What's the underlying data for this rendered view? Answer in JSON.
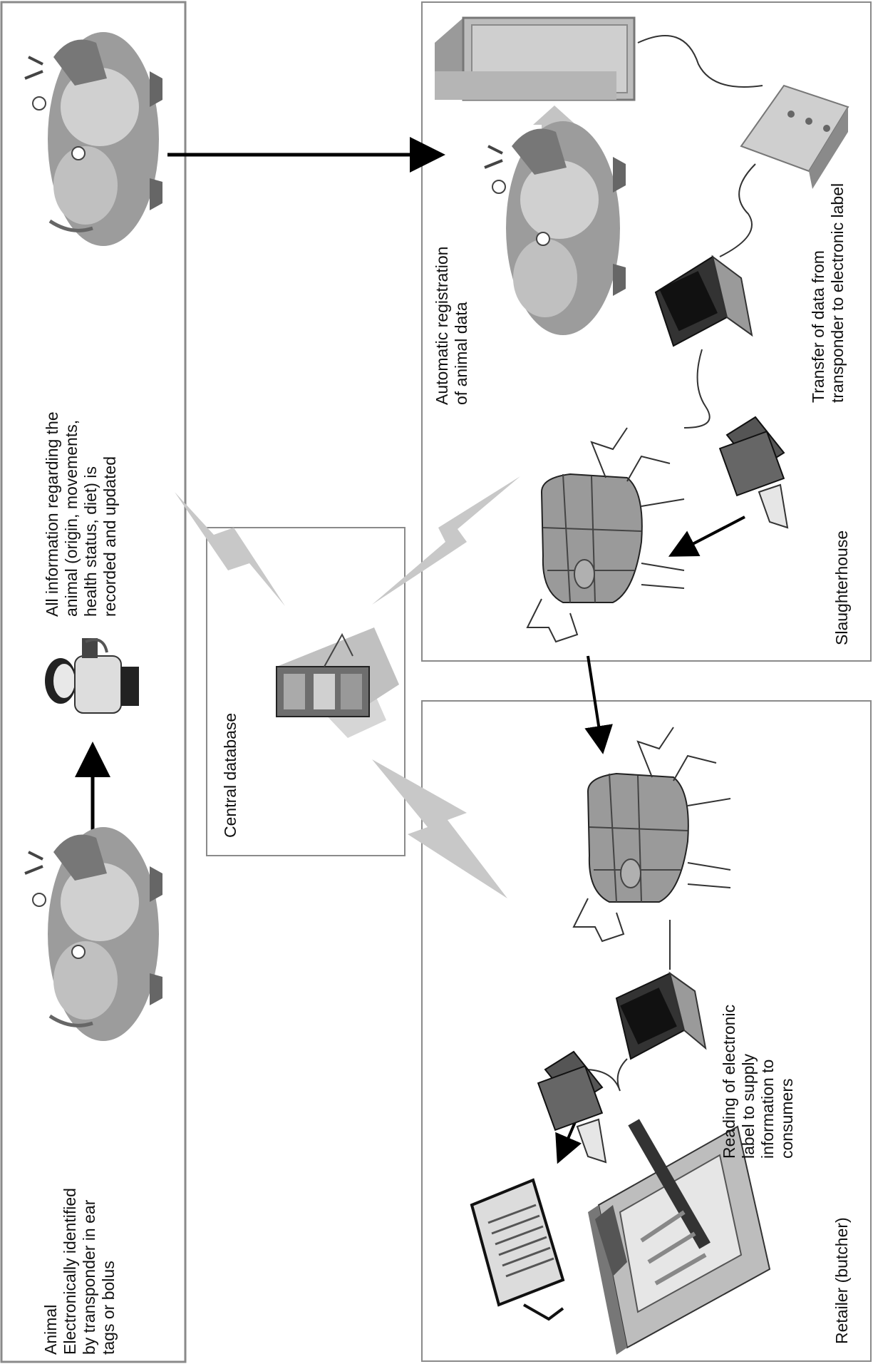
{
  "labels": {
    "animal": {
      "l1": "Animal",
      "l2": "Electronically identified",
      "l3": "by transponder in ear",
      "l4": "tags or bolus"
    },
    "all_info": {
      "l1": "All information regarding the",
      "l2": "animal (origin, movements,",
      "l3": "health status, diet) is",
      "l4": "recorded and updated"
    },
    "central_db": "Central database",
    "auto_reg": {
      "l1": "Automatic registration",
      "l2": "of animal data"
    },
    "transfer": {
      "l1": "Transfer of data from",
      "l2": "transponder to electronic label"
    },
    "slaughterhouse": "Slaughterhouse",
    "reading": {
      "l1": "Reading of electronic",
      "l2": "label to supply",
      "l3": "information to",
      "l4": "consumers"
    },
    "retailer": "Retailer (butcher)"
  },
  "colors": {
    "box_border": "#8a8a8a",
    "arrow": "#000000",
    "lightning": "#c8c8c8",
    "clipart_dark": "#555555",
    "clipart_mid": "#8c8c8c",
    "clipart_light": "#c9c9c9"
  },
  "icons": [
    "cow-icon",
    "farmer-with-reader-icon",
    "server-computer-icon",
    "lightning-bolt-icon",
    "monitor-screen-icon",
    "transponder-reader-icon",
    "laptop-icon",
    "label-printer-icon",
    "carcass-icon",
    "display-tablet-icon",
    "butcher-shop-icon"
  ]
}
